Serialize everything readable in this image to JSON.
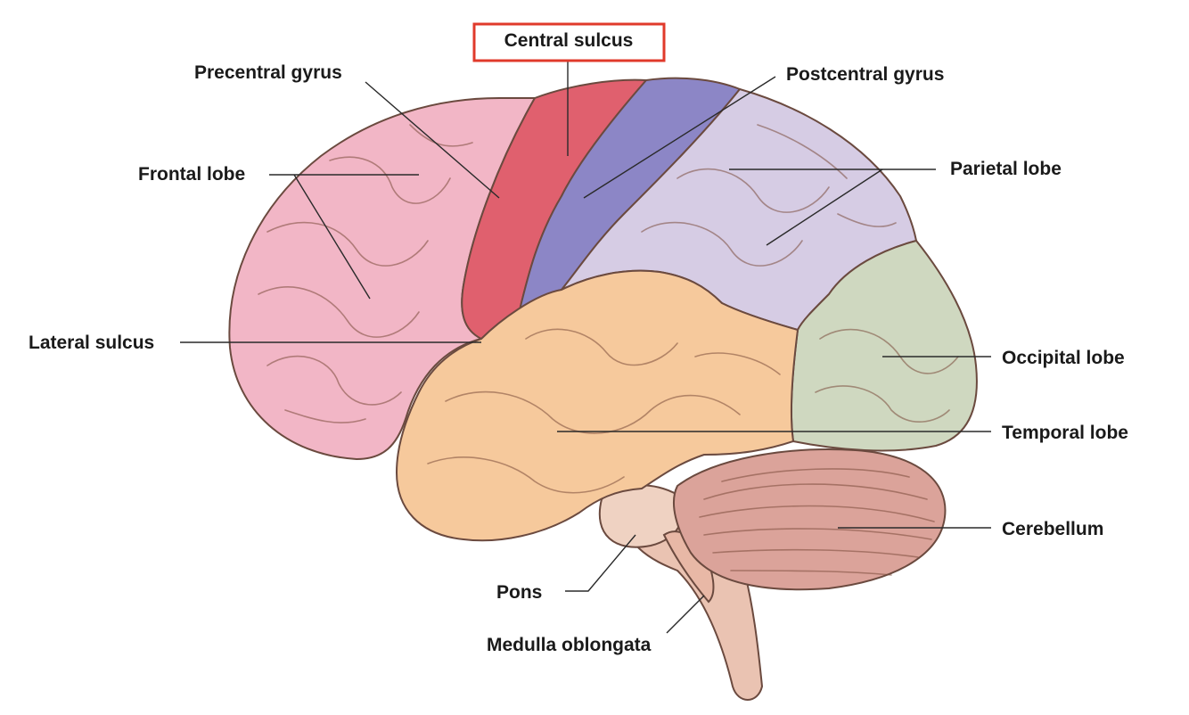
{
  "labels": {
    "central_sulcus": "Central sulcus",
    "precentral_gyrus": "Precentral gyrus",
    "postcentral_gyrus": "Postcentral gyrus",
    "frontal_lobe": "Frontal lobe",
    "parietal_lobe": "Parietal lobe",
    "lateral_sulcus": "Lateral sulcus",
    "occipital_lobe": "Occipital lobe",
    "temporal_lobe": "Temporal lobe",
    "cerebellum": "Cerebellum",
    "pons": "Pons",
    "medulla_oblongata": "Medulla oblongata"
  },
  "highlight": {
    "label": "central_sulcus",
    "box_color": "#e03a2b"
  },
  "colors": {
    "frontal": "#f2b6c6",
    "precentral": "#e0606e",
    "postcentral": "#8c86c6",
    "parietal": "#d6cce4",
    "occipital": "#cfd8c0",
    "temporal": "#f6c99c",
    "cerebellum": "#dba39a",
    "brainstem": "#eac3b2"
  }
}
